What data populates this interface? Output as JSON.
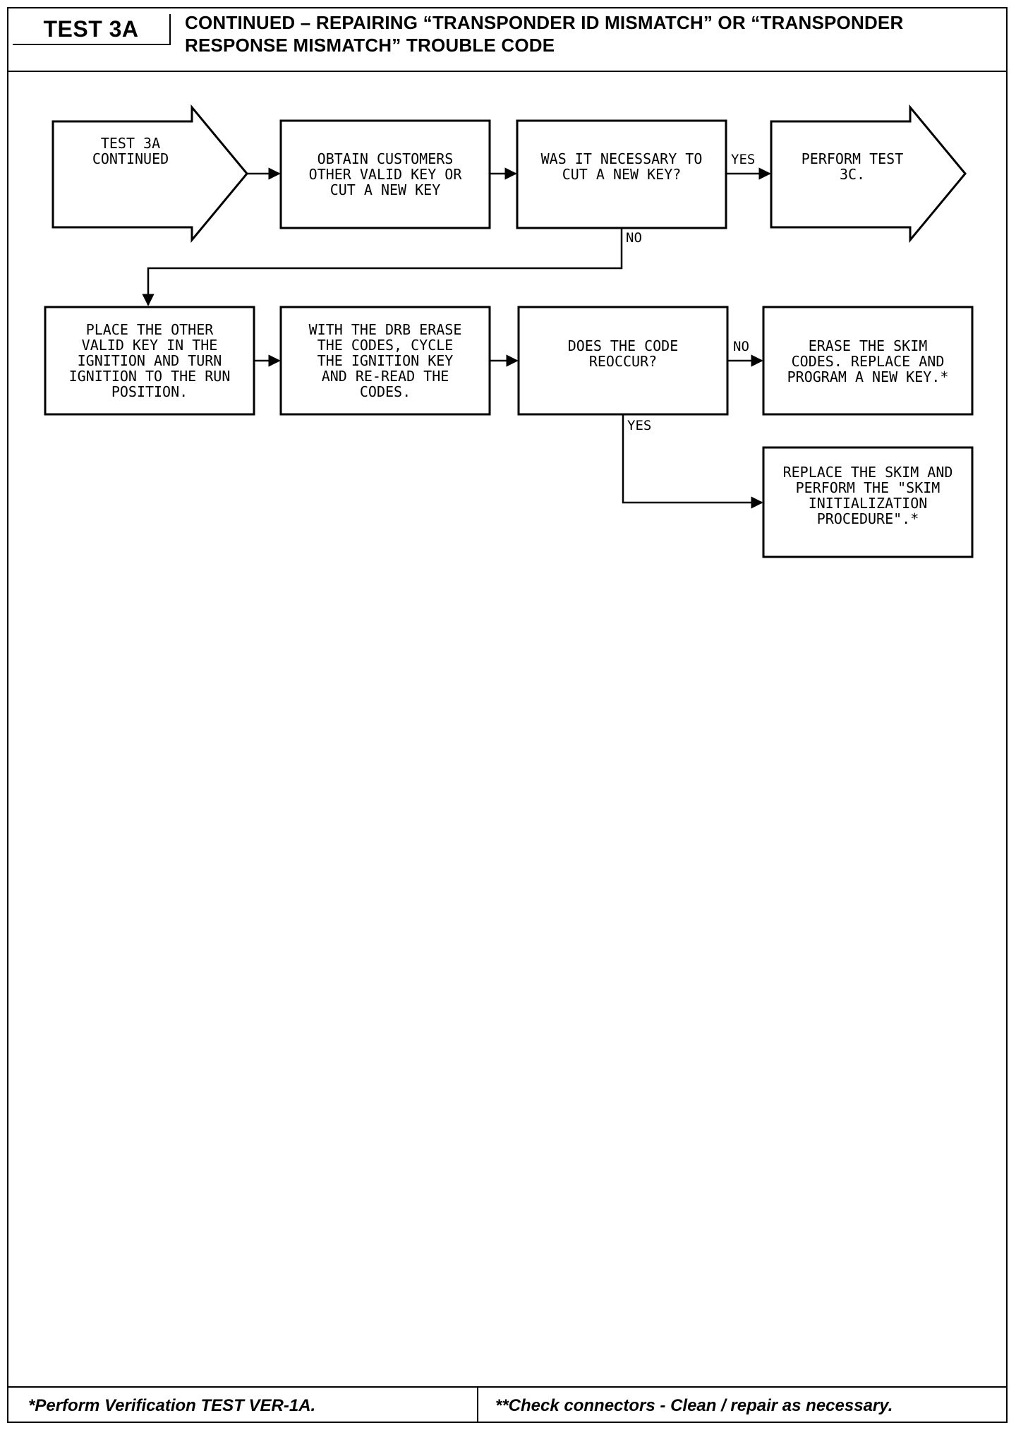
{
  "header": {
    "test_label": "TEST 3A",
    "title_line1": "CONTINUED – REPAIRING “TRANSPONDER ID MISMATCH” OR “TRANSPONDER",
    "title_line2": "RESPONSE MISMATCH” TROUBLE CODE"
  },
  "flowchart": {
    "start": {
      "lines": [
        "TEST 3A",
        "CONTINUED"
      ]
    },
    "obtain_key": {
      "lines": [
        "OBTAIN CUSTOMERS",
        "OTHER VALID KEY OR",
        "CUT A NEW KEY"
      ]
    },
    "decision_cut_key": {
      "lines": [
        "WAS IT NECESSARY TO",
        "CUT A NEW KEY?"
      ]
    },
    "perform_test_3c": {
      "lines": [
        "PERFORM TEST",
        "3C."
      ]
    },
    "place_key": {
      "lines": [
        "PLACE THE OTHER",
        "VALID KEY IN THE",
        "IGNITION AND TURN",
        "IGNITION TO THE RUN",
        "POSITION."
      ]
    },
    "erase_cycle": {
      "lines": [
        "WITH THE DRB ERASE",
        "THE CODES, CYCLE",
        "THE IGNITION KEY",
        "AND RE-READ THE",
        "CODES."
      ]
    },
    "decision_reoccur": {
      "lines": [
        "DOES THE CODE",
        "REOCCUR?"
      ]
    },
    "erase_skim": {
      "lines": [
        "ERASE THE SKIM",
        "CODES. REPLACE AND",
        "PROGRAM A NEW KEY.*"
      ]
    },
    "replace_skim": {
      "lines": [
        "REPLACE THE SKIM AND",
        "PERFORM THE \"SKIM",
        "INITIALIZATION",
        "PROCEDURE\".*"
      ]
    },
    "branch_labels": {
      "yes_1": "YES",
      "no_1": "NO",
      "no_2": "NO",
      "yes_2": "YES"
    }
  },
  "footer": {
    "left_note": "*Perform Verification TEST VER-1A.",
    "right_note": "**Check connectors - Clean / repair as necessary."
  }
}
